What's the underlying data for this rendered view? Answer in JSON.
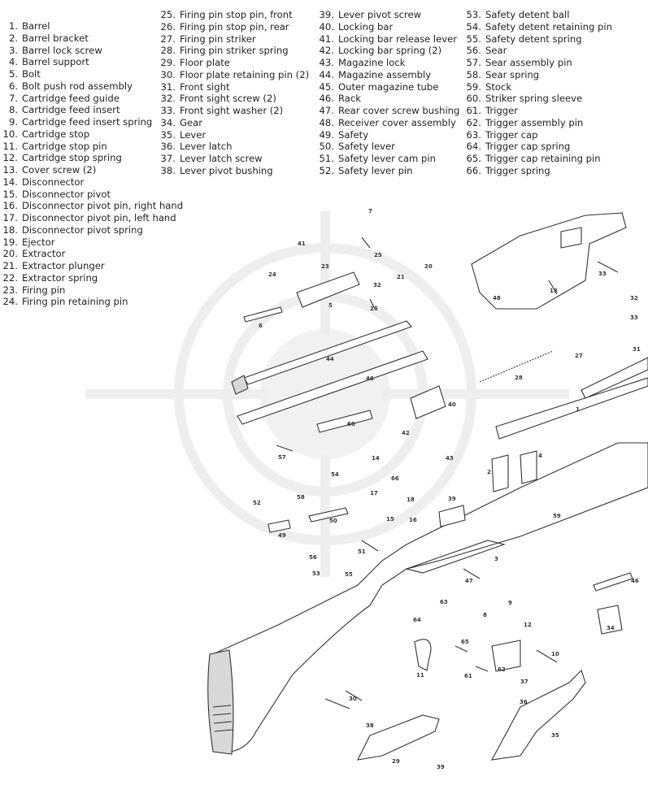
{
  "legend": {
    "col1": [
      {
        "num": "1.",
        "name": "Barrel"
      },
      {
        "num": "2.",
        "name": "Barrel bracket"
      },
      {
        "num": "3.",
        "name": "Barrel lock screw"
      },
      {
        "num": "4.",
        "name": "Barrel support"
      },
      {
        "num": "5.",
        "name": "Bolt"
      },
      {
        "num": "6.",
        "name": "Bolt push rod assembly"
      },
      {
        "num": "7.",
        "name": "Cartridge feed guide"
      },
      {
        "num": "8.",
        "name": "Cartridge feed insert"
      },
      {
        "num": "9.",
        "name": "Cartridge feed insert spring"
      },
      {
        "num": "10.",
        "name": "Cartridge stop"
      },
      {
        "num": "11.",
        "name": "Cartridge stop pin"
      },
      {
        "num": "12.",
        "name": "Cartridge stop spring"
      },
      {
        "num": "13.",
        "name": "Cover screw (2)"
      },
      {
        "num": "14.",
        "name": "Disconnector"
      },
      {
        "num": "15.",
        "name": "Disconnector pivot"
      },
      {
        "num": "16.",
        "name": "Disconnector pivot pin, right hand"
      },
      {
        "num": "17.",
        "name": "Disconnector pivot pin, left hand"
      },
      {
        "num": "18.",
        "name": "Disconnector pivot spring"
      },
      {
        "num": "19.",
        "name": "Ejector"
      },
      {
        "num": "20.",
        "name": "Extractor"
      },
      {
        "num": "21.",
        "name": "Extractor plunger"
      },
      {
        "num": "22.",
        "name": "Extractor spring"
      },
      {
        "num": "23.",
        "name": "Firing pin"
      },
      {
        "num": "24.",
        "name": "Firing pin retaining pin"
      }
    ],
    "col2": [
      {
        "num": "25.",
        "name": "Firing pin stop pin, front"
      },
      {
        "num": "26.",
        "name": "Firing pin stop pin, rear"
      },
      {
        "num": "27.",
        "name": "Firing pin striker"
      },
      {
        "num": "28.",
        "name": "Firing pin striker spring"
      },
      {
        "num": "29.",
        "name": "Floor plate"
      },
      {
        "num": "30.",
        "name": "Floor plate retaining pin (2)"
      },
      {
        "num": "31.",
        "name": "Front sight"
      },
      {
        "num": "32.",
        "name": "Front sight screw (2)"
      },
      {
        "num": "33.",
        "name": "Front sight washer (2)"
      },
      {
        "num": "34.",
        "name": "Gear"
      },
      {
        "num": "35.",
        "name": "Lever"
      },
      {
        "num": "36.",
        "name": "Lever latch"
      },
      {
        "num": "37.",
        "name": "Lever latch screw"
      },
      {
        "num": "38.",
        "name": "Lever pivot bushing"
      }
    ],
    "col3": [
      {
        "num": "39.",
        "name": "Lever pivot screw"
      },
      {
        "num": "40.",
        "name": "Locking bar"
      },
      {
        "num": "41.",
        "name": "Locking bar release lever"
      },
      {
        "num": "42.",
        "name": "Locking bar spring (2)"
      },
      {
        "num": "43.",
        "name": "Magazine lock"
      },
      {
        "num": "44.",
        "name": "Magazine assembly"
      },
      {
        "num": "45.",
        "name": "Outer magazine tube"
      },
      {
        "num": "46.",
        "name": "Rack"
      },
      {
        "num": "47.",
        "name": "Rear cover screw bushing"
      },
      {
        "num": "48.",
        "name": "Receiver cover assembly"
      },
      {
        "num": "49.",
        "name": "Safety"
      },
      {
        "num": "50.",
        "name": "Safety lever"
      },
      {
        "num": "51.",
        "name": "Safety lever cam pin"
      },
      {
        "num": "52.",
        "name": "Safety lever pin"
      }
    ],
    "col4": [
      {
        "num": "53.",
        "name": "Safety detent ball"
      },
      {
        "num": "54.",
        "name": "Safety detent retaining pin"
      },
      {
        "num": "55.",
        "name": "Safety detent spring"
      },
      {
        "num": "56.",
        "name": "Sear"
      },
      {
        "num": "57.",
        "name": "Sear assembly pin"
      },
      {
        "num": "58.",
        "name": "Sear spring"
      },
      {
        "num": "59.",
        "name": "Stock"
      },
      {
        "num": "60.",
        "name": "Striker spring sleeve"
      },
      {
        "num": "61.",
        "name": "Trigger"
      },
      {
        "num": "62.",
        "name": "Trigger assembly pin"
      },
      {
        "num": "63.",
        "name": "Trigger cap"
      },
      {
        "num": "64.",
        "name": "Trigger cap spring"
      },
      {
        "num": "65.",
        "name": "Trigger cap retaining pin"
      },
      {
        "num": "66.",
        "name": "Trigger spring"
      }
    ]
  },
  "callouts": [
    "7",
    "41",
    "25",
    "23",
    "20",
    "24",
    "32",
    "21",
    "48",
    "33",
    "13",
    "5",
    "26",
    "6",
    "32",
    "33",
    "31",
    "44",
    "27",
    "28",
    "46",
    "40",
    "1",
    "60",
    "42",
    "43",
    "57",
    "14",
    "54",
    "66",
    "2",
    "4",
    "52",
    "58",
    "17",
    "18",
    "39",
    "15",
    "59",
    "16",
    "50",
    "49",
    "56",
    "51",
    "53",
    "55",
    "3",
    "47",
    "46",
    "63",
    "9",
    "34",
    "64",
    "8",
    "12",
    "65",
    "10",
    "11",
    "61",
    "62",
    "37",
    "30",
    "36",
    "38",
    "35",
    "29",
    "39"
  ]
}
